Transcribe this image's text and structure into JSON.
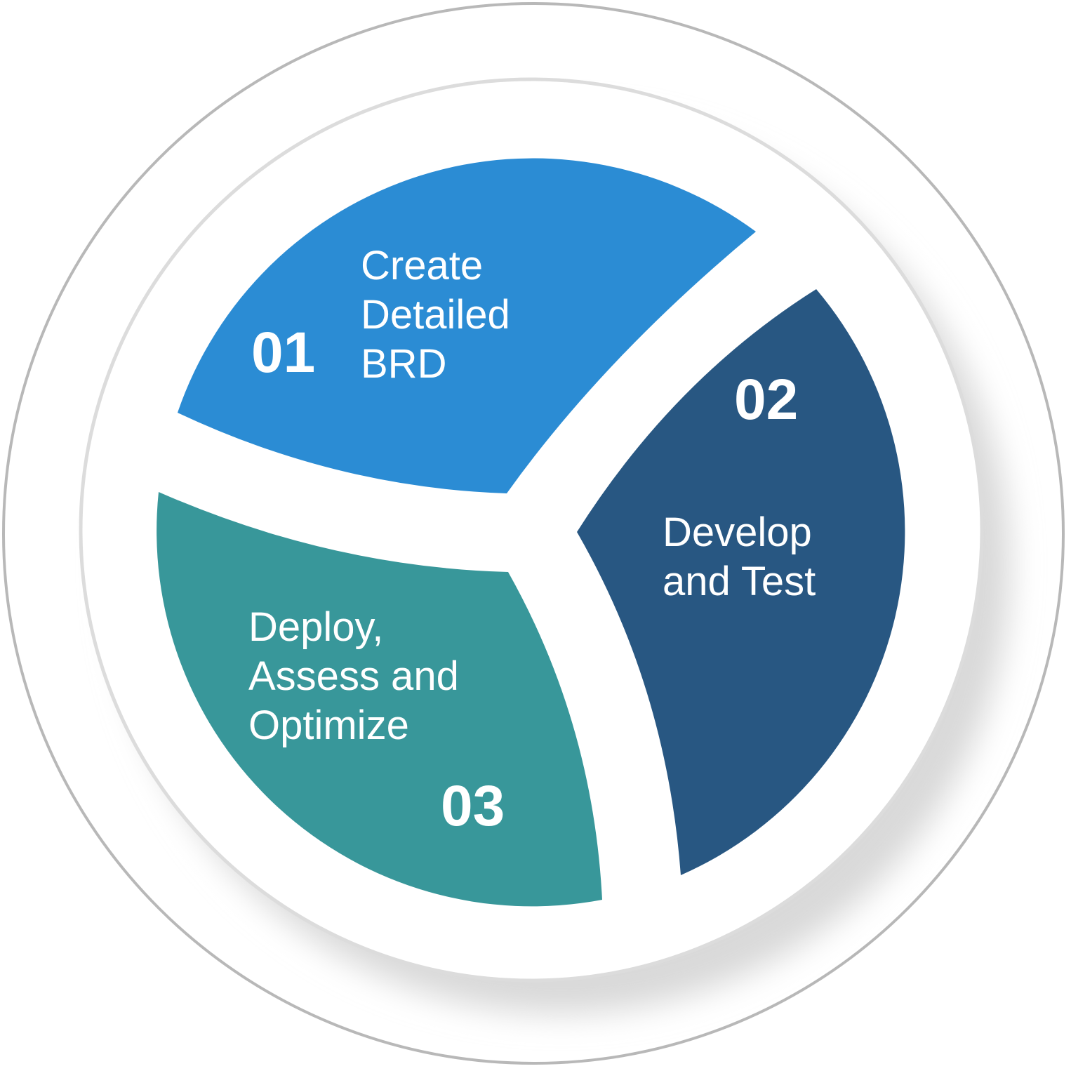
{
  "colors": {
    "background": "#ffffff",
    "outer_ring_stroke": "#b8b8b8",
    "inner_ring_stroke": "#dcdcdc",
    "shadow": "#d9d9d9",
    "step_01": "#2b8cd4",
    "step_02": "#285782",
    "step_03": "#38979a",
    "text": "#ffffff"
  },
  "steps": [
    {
      "number": "01",
      "label_lines": [
        "Create",
        "Detailed",
        "BRD"
      ]
    },
    {
      "number": "02",
      "label_lines": [
        "Develop",
        "and Test"
      ]
    },
    {
      "number": "03",
      "label_lines": [
        "Deploy,",
        "Assess and",
        "Optimize"
      ]
    }
  ]
}
